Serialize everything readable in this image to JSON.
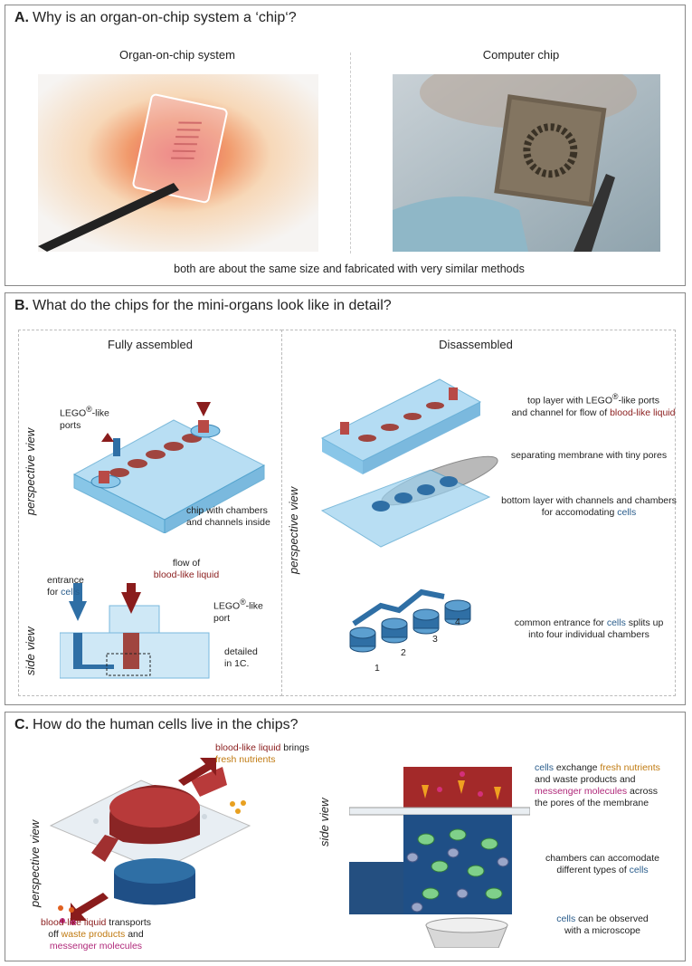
{
  "panel_a": {
    "letter": "A.",
    "title": "Why is an organ-on-chip system a ‘chip‘?",
    "left_caption": "Organ-on-chip system",
    "right_caption": "Computer chip",
    "footer": "both are about the same size and fabricated with very similar methods"
  },
  "panel_b": {
    "letter": "B.",
    "title": "What do the chips for the mini-organs look like in detail?",
    "left_header": "Fully assembled",
    "right_header": "Disassembled",
    "perspective_view": "perspective view",
    "side_view": "side view",
    "lego_ports_1": "LEGO",
    "lego_ports_1b": "-like",
    "lego_ports_2": "ports",
    "chip_chambers_1": "chip with chambers",
    "chip_chambers_2": "and channels inside",
    "entrance_1": "entrance",
    "entrance_2a": "for ",
    "entrance_2b": "cells",
    "flow_1": "flow of",
    "flow_2": "blood-like liquid",
    "lego_port_1": "LEGO",
    "lego_port_1b": "-like",
    "lego_port_2": "port",
    "detailed_1": "detailed",
    "detailed_2": "in 1C.",
    "top_layer_1": "top layer with LEGO",
    "top_layer_1b": "-like ports",
    "top_layer_2a": "and channel for flow of ",
    "top_layer_2b": "blood-like liquid",
    "membrane": "separating membrane with tiny pores",
    "bottom_1": "bottom layer with channels and chambers",
    "bottom_2a": "for accomodating ",
    "bottom_2b": "cells",
    "common_1a": "common entrance for ",
    "common_1b": "cells",
    "common_1c": " splits up",
    "common_2": "into four individual chambers",
    "num1": "1",
    "num2": "2",
    "num3": "3",
    "num4": "4",
    "reg": "®"
  },
  "panel_c": {
    "letter": "C.",
    "title": "How do the human cells live in the chips?",
    "perspective_view": "perspective view",
    "side_view": "side view",
    "brings_1a": "blood-like liquid",
    "brings_1b": " brings",
    "brings_2": "fresh nutrients",
    "transports_1a": "blood-like liquid",
    "transports_1b": " transports",
    "transports_2a": "off ",
    "transports_2b": "waste products",
    "transports_2c": " and",
    "transports_3": "messenger molecules",
    "exchange_1a": "cells",
    "exchange_1b": " exchange ",
    "exchange_1c": "fresh nutrients",
    "exchange_2": "and waste products and",
    "exchange_3a": "messenger molecules",
    "exchange_3b": " across",
    "exchange_4": "the pores of the membrane",
    "accom_1": "chambers can accomodate",
    "accom_2a": "different types of ",
    "accom_2b": "cells",
    "observed_1a": "cells",
    "observed_1b": " can be observed",
    "observed_2": "with a microscope"
  }
}
